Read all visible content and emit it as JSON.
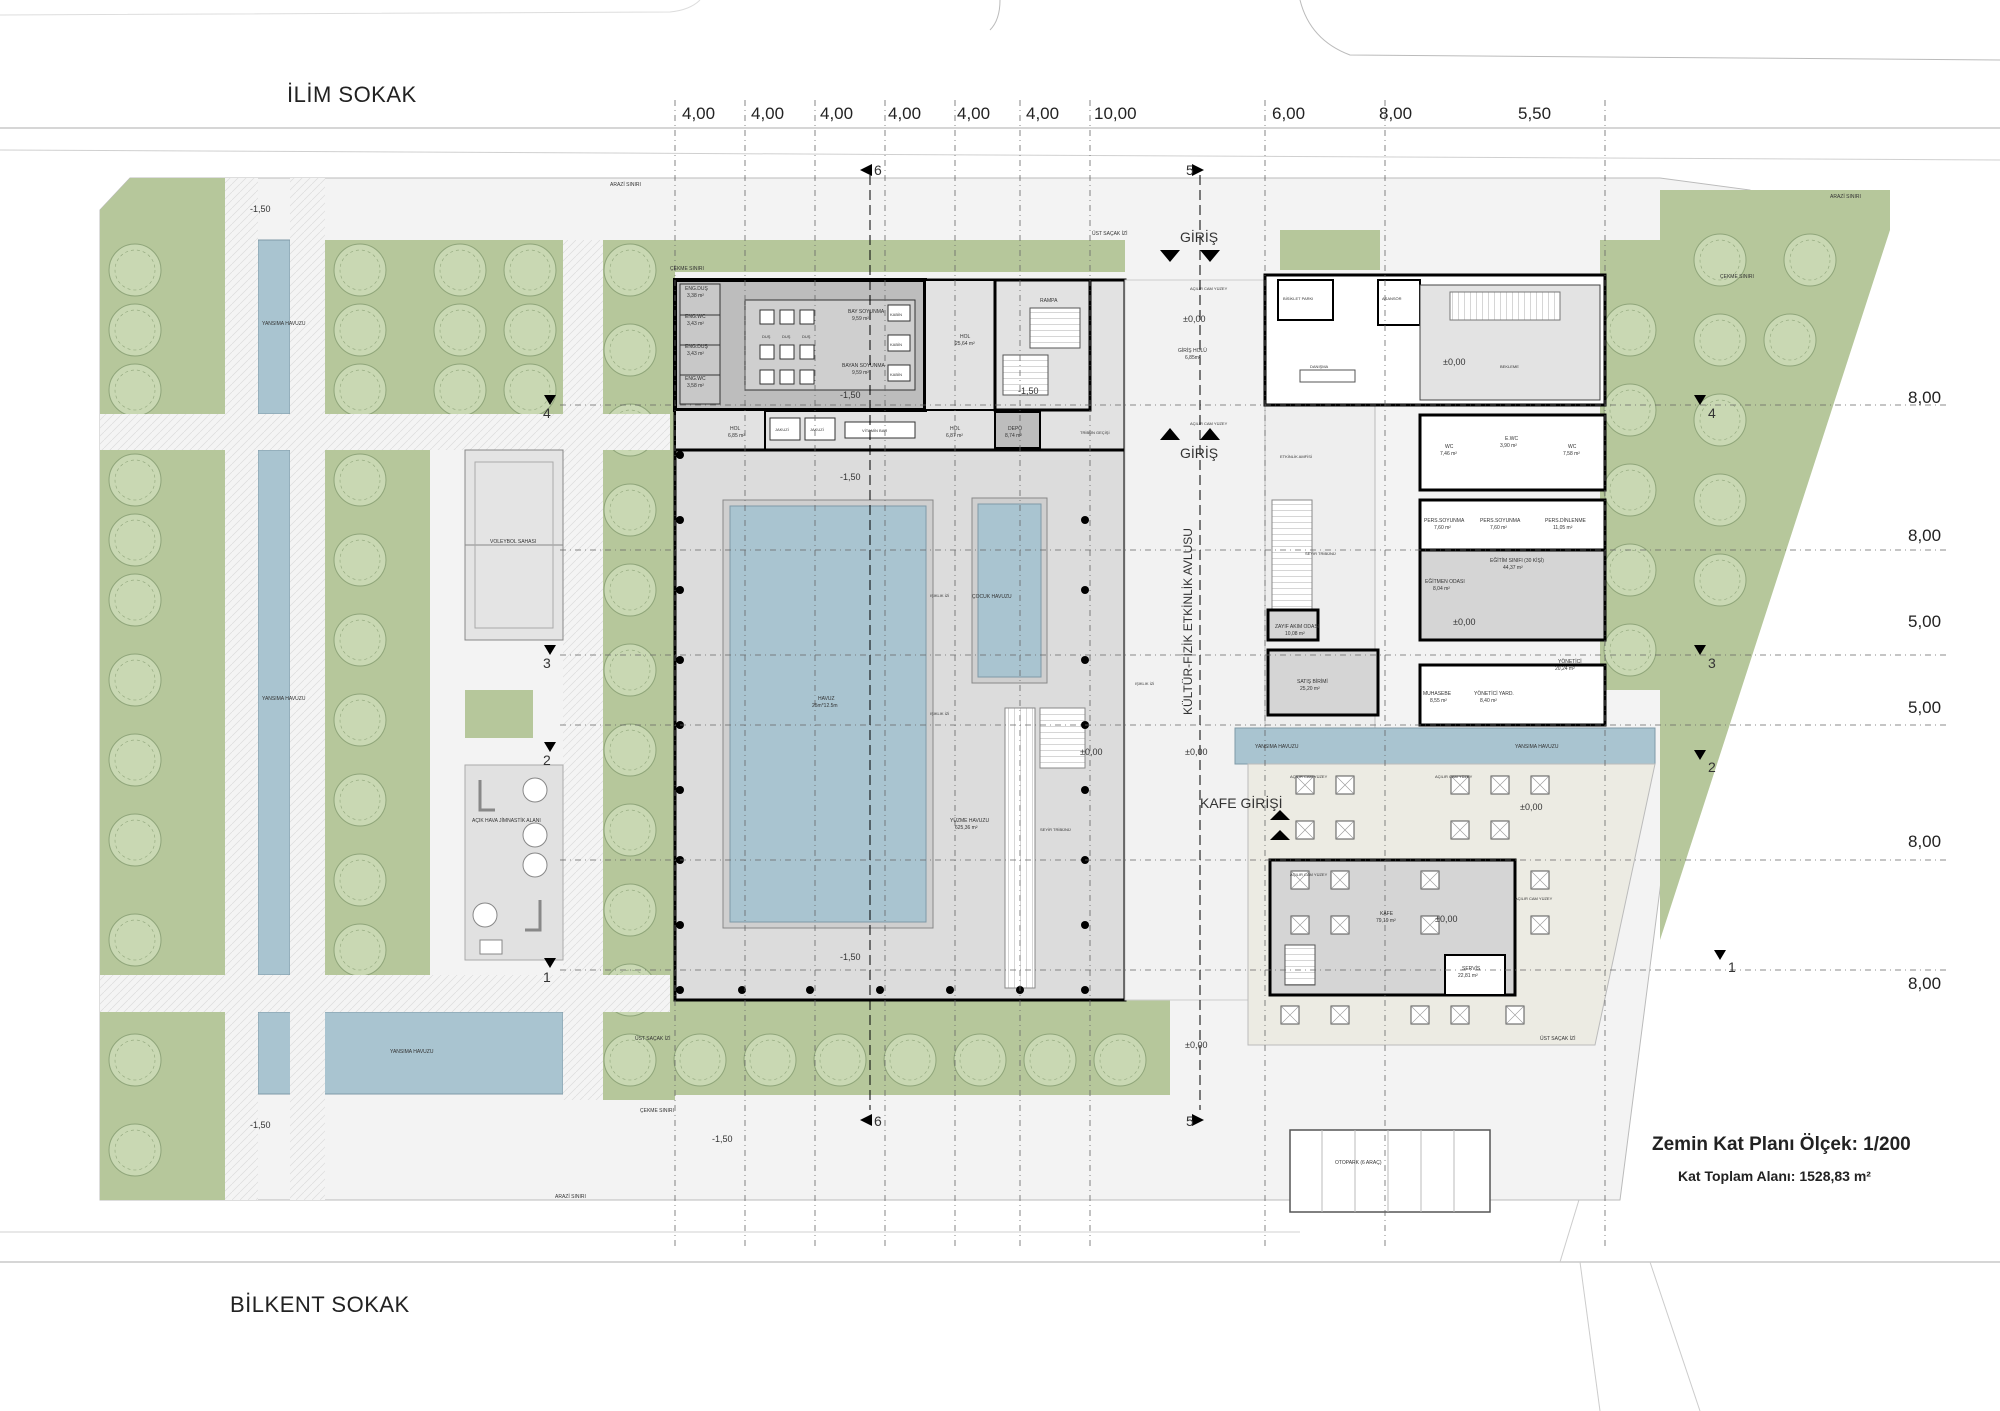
{
  "streets": {
    "top": "İLİM SOKAK",
    "bottom": "BİLKENT SOKAK"
  },
  "title": "Zemin Kat Planı Ölçek: 1/200",
  "subtitle": "Kat Toplam Alanı: 1528,83 m²",
  "top_dimensions": [
    "4,00",
    "4,00",
    "4,00",
    "4,00",
    "4,00",
    "4,00",
    "10,00",
    "6,00",
    "8,00",
    "5,50"
  ],
  "right_dimensions": [
    "8,00",
    "8,00",
    "5,00",
    "5,00",
    "8,00",
    "8,00"
  ],
  "section_marks": {
    "s6": "6",
    "s5": "5",
    "s4": "4",
    "s3": "3",
    "s2": "2",
    "s1": "1"
  },
  "entrances": {
    "top": "GİRİŞ",
    "mid": "GİRİŞ",
    "cafe": "KAFE GİRİŞİ"
  },
  "courtyard": "KÜLTÜR-FİZİK ETKİNLİK AVLUSU",
  "levels": {
    "minus150": "-1,50",
    "zero": "±0,00"
  },
  "outdoor": {
    "pool_reflect": "YANSIMA HAVUZU",
    "volleyball": "VOLEYBOL SAHASI",
    "gym": "AÇIK HAVA JİMNASTİK ALANI",
    "parking": "OTOPARK (6 ARAÇ)",
    "arazi": "ARAZİ SINIRI",
    "cekme": "ÇEKME SINIRI",
    "saçak": "ÜST SAÇAK İZİ"
  },
  "rooms": {
    "eng_dus": "ENG.DUŞ",
    "eng_dus_a": "3,38 m²",
    "eng_wc": "ENG.WC",
    "eng_wc_a": "3,43 m²",
    "eng_wc2_a": "3,43 m²",
    "eng_wc3_a": "3,58 m²",
    "bay": "BAY SOYUNMA",
    "bay_a": "9,59 m²",
    "bayan": "BAYAN SOYUNMA",
    "bayan_a": "9,59 m²",
    "dus": "DUŞ",
    "kabin": "KABİN",
    "hol": "HOL",
    "hol_a": "25,64 m²",
    "hol2_a": "6,85 m²",
    "hol3_a": "6,87 m²",
    "rampa": "RAMPA",
    "depo": "DEPO",
    "depo_a": "8,74 m²",
    "jakuzi": "JAKUZİ",
    "vitamin": "VİTAMİN BAR",
    "tribun_gecisi": "TRİBÜN GEÇİŞİ",
    "havuz": "HAVUZ",
    "havuz_a": "25m*12.5m",
    "yuzme": "YÜZME HAVUZU",
    "yuzme_a": "625,36 m²",
    "cocuk": "ÇOCUK HAVUZU",
    "seyir": "SEYİR TRİBÜNÜ",
    "isik": "IŞIKLIK İZİ",
    "acilir": "AÇILIR CAM YÜZEY",
    "giris_holu": "GİRİŞ HOLÜ",
    "giris_holu_a": "6,85m²",
    "bisiklet": "BİSİKLET PARKI",
    "asansor": "ASANSÖR",
    "danisma": "DANIŞMA",
    "bekleme": "BEKLEME",
    "etkinlik": "ETKİNLİK AMFİSİ",
    "wc": "WC",
    "wc_a": "7,46 m²",
    "wc2_a": "7,58 m²",
    "engwc_r": "E.WC",
    "engwc_r_a": "3,90 m²",
    "pers_soy": "PERS.SOYUNMA",
    "pers_soy_a": "7,60 m²",
    "pers_soy2_a": "7,60 m²",
    "pers_din": "PERS.DİNLENME",
    "pers_din_a": "11,05 m²",
    "egitim_sinifi": "EĞİTİM SINIFI (30 KİŞİ)",
    "egitim_sinifi_a": "44,37 m²",
    "egitmen": "EĞİTMEN ODASI",
    "egitmen_a": "8,04 m²",
    "zayif": "ZAYIF AKIM ODASI",
    "zayif_a": "10,08 m²",
    "satis": "SATIŞ BİRİMİ",
    "satis_a": "25,20 m²",
    "muhasebe": "MUHASEBE",
    "muhasebe_a": "8,55 m²",
    "yonetici_yard": "YÖNETİCİ YARD.",
    "yonetici_yard_a": "8,40 m²",
    "yonetici": "YÖNETİCİ",
    "yonetici_a": "20,24 m²",
    "kafe": "KAFE",
    "kafe_a": "79,19 m²",
    "servis": "SERVİS",
    "servis_a": "22,81 m²"
  }
}
